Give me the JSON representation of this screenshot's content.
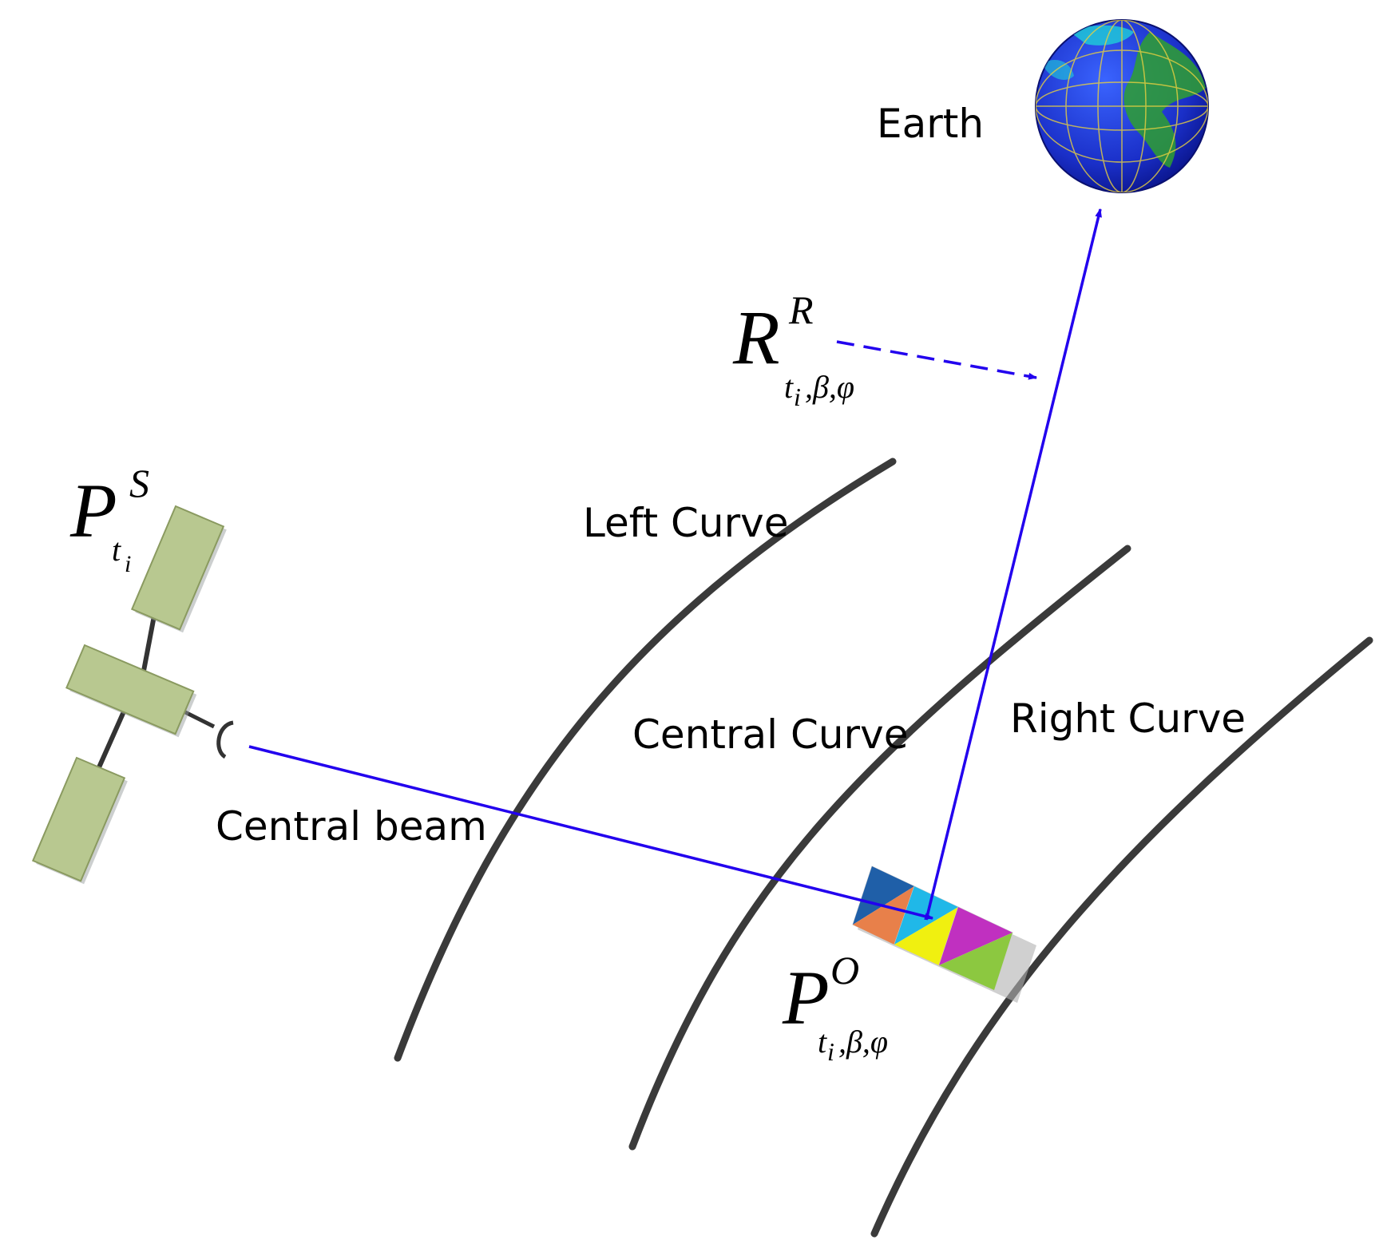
{
  "labels": {
    "earth": "Earth",
    "left_curve": "Left Curve",
    "central_curve": "Central Curve",
    "right_curve": "Right Curve",
    "central_beam": "Central beam"
  },
  "math": {
    "satellite_position": {
      "base": "P",
      "sup": "S",
      "sub": "t",
      "sub_sub": "i"
    },
    "reflection_vector": {
      "base": "R",
      "sup": "R",
      "sub": "t",
      "sub_i": "i",
      "sub_rest": ",β,φ"
    },
    "observation_point": {
      "base": "P",
      "sup": "O",
      "sub": "t",
      "sub_i": "i",
      "sub_rest": ",β,φ"
    }
  },
  "colors": {
    "beam": "#2200ee",
    "curve": "#3a3a3a",
    "solar_panel": "#b8c890",
    "panel_border": "#8a9a60",
    "earth_ocean": "#1830c8",
    "earth_land": "#2fa030",
    "earth_grid": "#e8d040"
  },
  "icons": {
    "satellite": "satellite-icon",
    "earth": "earth-globe-icon",
    "target": "target-facets-icon"
  }
}
